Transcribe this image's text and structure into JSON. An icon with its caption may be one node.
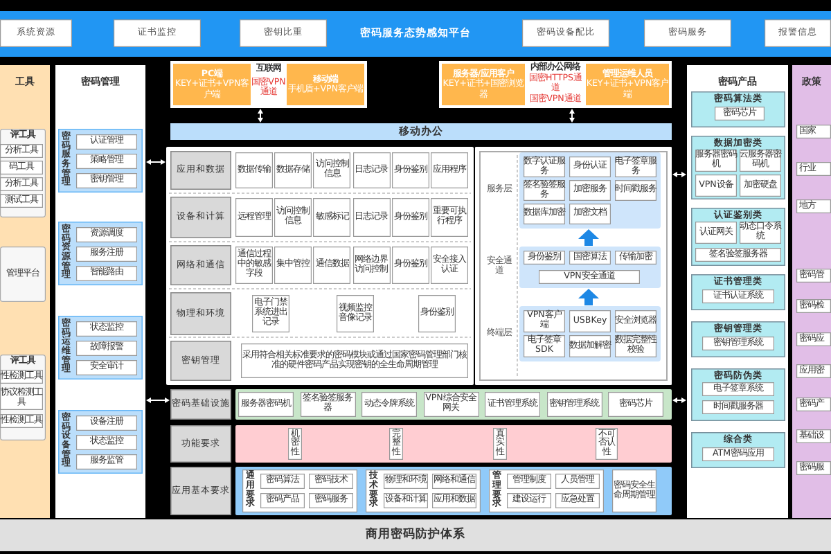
{
  "diagram": {
    "nodes": [
      {
        "text": [
          "密码服务态势感知平台"
        ]
      },
      {
        "text": [
          "系统资源"
        ],
        "in": 0
      },
      {
        "text": [
          "证书监控"
        ],
        "in": 0
      },
      {
        "text": [
          "密钥比重"
        ],
        "in": 0
      },
      {
        "text": [
          "密码设备配比"
        ],
        "in": 0
      },
      {
        "text": [
          "密码服务"
        ],
        "in": 0
      },
      {
        "text": [
          "报警信息"
        ],
        "in": 0
      },
      {
        "text": [
          "工具"
        ]
      },
      {
        "text": [
          "评工具"
        ],
        "in": 7
      },
      {
        "text": [
          "分析工具"
        ],
        "in": 8
      },
      {
        "text": [
          "码工具"
        ],
        "in": 8
      },
      {
        "text": [
          "分析工具"
        ],
        "in": 8
      },
      {
        "text": [
          "测试工具"
        ],
        "in": 8
      },
      {
        "text": [
          "管理平台"
        ],
        "in": 7
      },
      {
        "text": [
          "评工具"
        ],
        "in": 7
      },
      {
        "text": [
          "性检测工具"
        ],
        "in": 14
      },
      {
        "text": [
          "协议检测工具"
        ],
        "in": 14
      },
      {
        "text": [
          "性检测工具"
        ],
        "in": 14
      },
      {
        "text": [
          "密码管理"
        ]
      },
      {
        "text": [
          "密码服务管理"
        ],
        "in": 18
      },
      {
        "text": [
          "认证管理"
        ],
        "in": 19
      },
      {
        "text": [
          "策略管理"
        ],
        "in": 19
      },
      {
        "text": [
          "密钥管理"
        ],
        "in": 19
      },
      {
        "text": [
          "密码资源管理"
        ],
        "in": 18
      },
      {
        "text": [
          "资源调度"
        ],
        "in": 23
      },
      {
        "text": [
          "服务注册"
        ],
        "in": 23
      },
      {
        "text": [
          "智能路由"
        ],
        "in": 23
      },
      {
        "text": [
          "密码运维管理"
        ],
        "in": 18
      },
      {
        "text": [
          "状态监控"
        ],
        "in": 27
      },
      {
        "text": [
          "故障报警"
        ],
        "in": 27
      },
      {
        "text": [
          "安全审计"
        ],
        "in": 27
      },
      {
        "text": [
          "密码设备管理"
        ],
        "in": 18
      },
      {
        "text": [
          "设备注册"
        ],
        "in": 31
      },
      {
        "text": [
          "状态监控"
        ],
        "in": 31
      },
      {
        "text": [
          "服务监管"
        ],
        "in": 31
      },
      {
        "text": [
          "互联网",
          "国密VPN通道"
        ]
      },
      {
        "text": [
          "PC端",
          "KEY+证书+VPN客户端"
        ],
        "in": 35
      },
      {
        "text": [
          "移动端",
          "手机盾+VPN客户端"
        ],
        "in": 35
      },
      {
        "text": [
          "内部办公网络",
          "国密HTTPS通道",
          "国密VPN通道"
        ]
      },
      {
        "text": [
          "服务器/应用客户",
          "KEY+证书+国密浏览器"
        ],
        "in": 38
      },
      {
        "text": [
          "管理运维人员",
          "KEY+证书+VPN客户端"
        ],
        "in": 38
      },
      {
        "text": [
          "移动办公"
        ]
      },
      {
        "text": [],
        "shape": "box"
      },
      {
        "text": [
          "应用和数据"
        ],
        "in": 42
      },
      {
        "text": [
          "数据传输"
        ],
        "in": 42
      },
      {
        "text": [
          "数据存储"
        ],
        "in": 42
      },
      {
        "text": [
          "访问控制信息"
        ],
        "in": 42
      },
      {
        "text": [
          "日志记录"
        ],
        "in": 42
      },
      {
        "text": [
          "身份鉴别"
        ],
        "in": 42
      },
      {
        "text": [
          "应用程序"
        ],
        "in": 42
      },
      {
        "text": [
          "设备和计算"
        ],
        "in": 42
      },
      {
        "text": [
          "远程管理"
        ],
        "in": 42
      },
      {
        "text": [
          "访问控制信息"
        ],
        "in": 42
      },
      {
        "text": [
          "敏感标记"
        ],
        "in": 42
      },
      {
        "text": [
          "日志记录"
        ],
        "in": 42
      },
      {
        "text": [
          "身份鉴别"
        ],
        "in": 42
      },
      {
        "text": [
          "重要可执行程序"
        ],
        "in": 42
      },
      {
        "text": [
          "网络和通信"
        ],
        "in": 42
      },
      {
        "text": [
          "通信过程中的敏感字段"
        ],
        "in": 42
      },
      {
        "text": [
          "集中管控"
        ],
        "in": 42
      },
      {
        "text": [
          "通信数据"
        ],
        "in": 42
      },
      {
        "text": [
          "网络边界访问控制"
        ],
        "in": 42
      },
      {
        "text": [
          "身份鉴别"
        ],
        "in": 42
      },
      {
        "text": [
          "安全接入认证"
        ],
        "in": 42
      },
      {
        "text": [
          "物理和环境"
        ],
        "in": 42
      },
      {
        "text": [
          "电子门禁系统进出记录"
        ],
        "in": 42
      },
      {
        "text": [
          "视频监控音像记录"
        ],
        "in": 42
      },
      {
        "text": [
          "身份鉴别"
        ],
        "in": 42
      },
      {
        "text": [
          "密钥管理"
        ],
        "in": 42
      },
      {
        "text": [
          "采用符合相关标准要求的密码模块或通过国家密码管理部门核准的硬件密码产品实现密钥的全生命周期管理"
        ],
        "in": 42
      },
      {
        "text": [],
        "shape": "box"
      },
      {
        "text": [
          "服务层"
        ],
        "in": 70
      },
      {
        "text": [
          "数字认证服务"
        ],
        "in": 71
      },
      {
        "text": [
          "身份认证"
        ],
        "in": 71
      },
      {
        "text": [
          "电子签章服务"
        ],
        "in": 71
      },
      {
        "text": [
          "签名验签服务"
        ],
        "in": 71
      },
      {
        "text": [
          "加密服务"
        ],
        "in": 71
      },
      {
        "text": [
          "时间戳服务"
        ],
        "in": 71
      },
      {
        "text": [
          "数据库加密"
        ],
        "in": 71
      },
      {
        "text": [
          "加密文档"
        ],
        "in": 71
      },
      {
        "text": [
          "安全通道"
        ],
        "in": 70
      },
      {
        "text": [
          "身份鉴别"
        ],
        "in": 80
      },
      {
        "text": [
          "国密算法"
        ],
        "in": 80
      },
      {
        "text": [
          "传输加密"
        ],
        "in": 80
      },
      {
        "text": [
          "VPN安全通道"
        ],
        "in": 80
      },
      {
        "text": [
          "终端层"
        ],
        "in": 70
      },
      {
        "text": [
          "VPN客户端"
        ],
        "in": 85
      },
      {
        "text": [
          "USBKey"
        ],
        "in": 85
      },
      {
        "text": [
          "安全浏览器"
        ],
        "in": 85
      },
      {
        "text": [
          "电子签章SDK"
        ],
        "in": 85
      },
      {
        "text": [
          "数据加解密"
        ],
        "in": 85
      },
      {
        "text": [
          "数据完整性校验"
        ],
        "in": 85
      },
      {
        "text": [
          "密码基础设施"
        ]
      },
      {
        "text": [],
        "shape": "box"
      },
      {
        "text": [
          "服务器密码机"
        ],
        "in": 93
      },
      {
        "text": [
          "签名验签服务器"
        ],
        "in": 93
      },
      {
        "text": [
          "动态令牌系统"
        ],
        "in": 93
      },
      {
        "text": [
          "VPN综合安全网关"
        ],
        "in": 93
      },
      {
        "text": [
          "证书管理系统"
        ],
        "in": 93
      },
      {
        "text": [
          "密钥管理系统"
        ],
        "in": 93
      },
      {
        "text": [
          "密码芯片"
        ],
        "in": 93
      },
      {
        "text": [
          "功能要求"
        ]
      },
      {
        "text": [],
        "shape": "box"
      },
      {
        "text": [
          "机密性"
        ],
        "in": 102
      },
      {
        "text": [
          "完整性"
        ],
        "in": 102
      },
      {
        "text": [
          "真实性"
        ],
        "in": 102
      },
      {
        "text": [
          "不可否认性"
        ],
        "in": 102
      },
      {
        "text": [
          "应用基本要求"
        ]
      },
      {
        "text": [],
        "shape": "box"
      },
      {
        "text": [
          "通用要求"
        ],
        "in": 108
      },
      {
        "text": [
          "密码算法"
        ],
        "in": 109
      },
      {
        "text": [
          "密码技术"
        ],
        "in": 109
      },
      {
        "text": [
          "密码产品"
        ],
        "in": 109
      },
      {
        "text": [
          "密码服务"
        ],
        "in": 109
      },
      {
        "text": [
          "技术要求"
        ],
        "in": 108
      },
      {
        "text": [
          "物理和环境"
        ],
        "in": 114
      },
      {
        "text": [
          "网络和通信"
        ],
        "in": 114
      },
      {
        "text": [
          "设备和计算"
        ],
        "in": 114
      },
      {
        "text": [
          "应用和数据"
        ],
        "in": 114
      },
      {
        "text": [
          "管理要求"
        ],
        "in": 108
      },
      {
        "text": [
          "管理制度"
        ],
        "in": 119
      },
      {
        "text": [
          "人员管理"
        ],
        "in": 119
      },
      {
        "text": [
          "建设运行"
        ],
        "in": 119
      },
      {
        "text": [
          "应急处置"
        ],
        "in": 119
      },
      {
        "text": [
          "密码安全生命周期管理"
        ],
        "in": 108
      },
      {
        "text": [
          "商用密码防护体系"
        ]
      },
      {
        "text": [
          "密码产品"
        ]
      },
      {
        "text": [
          "密码算法类"
        ],
        "in": 126
      },
      {
        "text": [
          "密码芯片"
        ],
        "in": 127
      },
      {
        "text": [
          "数据加密类"
        ],
        "in": 126
      },
      {
        "text": [
          "服务器密码机"
        ],
        "in": 129
      },
      {
        "text": [
          "云服务器密码机"
        ],
        "in": 129
      },
      {
        "text": [
          "VPN设备"
        ],
        "in": 129
      },
      {
        "text": [
          "加密硬盘"
        ],
        "in": 129
      },
      {
        "text": [
          "认证鉴别类"
        ],
        "in": 126
      },
      {
        "text": [
          "认证网关"
        ],
        "in": 134
      },
      {
        "text": [
          "动态口令系统"
        ],
        "in": 134
      },
      {
        "text": [
          "签名验签服务器"
        ],
        "in": 134
      },
      {
        "text": [
          "证书管理类"
        ],
        "in": 126
      },
      {
        "text": [
          "证书认证系统"
        ],
        "in": 138
      },
      {
        "text": [
          "密钥管理类"
        ],
        "in": 126
      },
      {
        "text": [
          "密钥管理系统"
        ],
        "in": 140
      },
      {
        "text": [
          "密码防伪类"
        ],
        "in": 126
      },
      {
        "text": [
          "电子签章系统"
        ],
        "in": 142
      },
      {
        "text": [
          "时间戳服务器"
        ],
        "in": 142
      },
      {
        "text": [
          "综合类"
        ],
        "in": 126
      },
      {
        "text": [
          "ATM密码应用"
        ],
        "in": 145
      },
      {
        "text": [
          "政策"
        ]
      },
      {
        "text": [
          "国家"
        ],
        "in": 147
      },
      {
        "text": [
          "行业"
        ],
        "in": 147
      },
      {
        "text": [
          "地方"
        ],
        "in": 147
      },
      {
        "text": [
          "密码管"
        ],
        "in": 147
      },
      {
        "text": [
          "密码检"
        ],
        "in": 147
      },
      {
        "text": [
          "密码应"
        ],
        "in": 147
      },
      {
        "text": [
          "应用密"
        ],
        "in": 147
      },
      {
        "text": [
          "密码产"
        ],
        "in": 147
      },
      {
        "text": [
          "基础设"
        ],
        "in": 147
      },
      {
        "text": [
          "密码服"
        ],
        "in": 147
      }
    ],
    "edges": [
      {
        "from": 35,
        "to": 41,
        "arrow": "both"
      },
      {
        "from": 38,
        "to": 41,
        "arrow": "both"
      },
      {
        "from": 18,
        "to": 42,
        "arrow": "both"
      },
      {
        "from": 18,
        "to": 92,
        "arrow": "both"
      },
      {
        "from": 70,
        "to": 126,
        "arrow": "both"
      },
      {
        "from": 93,
        "to": 126,
        "arrow": "both"
      },
      {
        "from": 85,
        "to": 80,
        "arrow": "to",
        "style": "thick",
        "color": "#1e88e5"
      },
      {
        "from": 80,
        "to": 71,
        "arrow": "to",
        "style": "thick",
        "color": "#1e88e5"
      }
    ]
  }
}
